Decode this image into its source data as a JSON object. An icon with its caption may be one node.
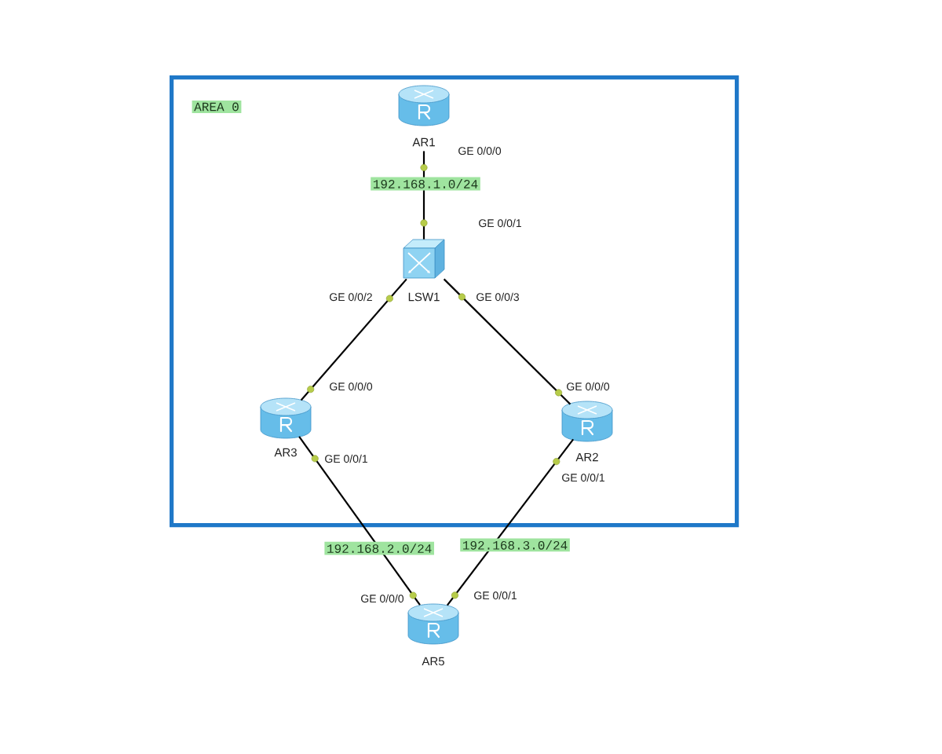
{
  "diagram": {
    "nodes": [
      {
        "text": [
          "AREA 0"
        ]
      },
      {
        "text": [
          "AR1"
        ],
        "in": 0,
        "beside": [
          "GE 0/0/0"
        ]
      },
      {
        "text": [
          "LSW1"
        ],
        "in": 0,
        "beside": [
          "GE 0/0/1",
          "GE 0/0/2",
          "GE 0/0/3"
        ]
      },
      {
        "text": [
          "AR3"
        ],
        "in": 0,
        "beside": [
          "GE 0/0/0",
          "GE 0/0/1"
        ]
      },
      {
        "text": [
          "AR2"
        ],
        "in": 0,
        "beside": [
          "GE 0/0/0",
          "GE 0/0/1"
        ]
      },
      {
        "text": [
          "AR5"
        ],
        "beside": [
          "GE 0/0/0",
          "GE 0/0/1"
        ]
      }
    ],
    "edges": [
      {
        "from": 1,
        "to": 2,
        "arrow": "none",
        "label": "192.168.1.0/24"
      },
      {
        "from": 2,
        "to": 3,
        "arrow": "none"
      },
      {
        "from": 2,
        "to": 4,
        "arrow": "none"
      },
      {
        "from": 3,
        "to": 5,
        "arrow": "none",
        "label": "192.168.2.0/24"
      },
      {
        "from": 4,
        "to": 5,
        "arrow": "none",
        "label": "192.168.3.0/24"
      }
    ]
  }
}
